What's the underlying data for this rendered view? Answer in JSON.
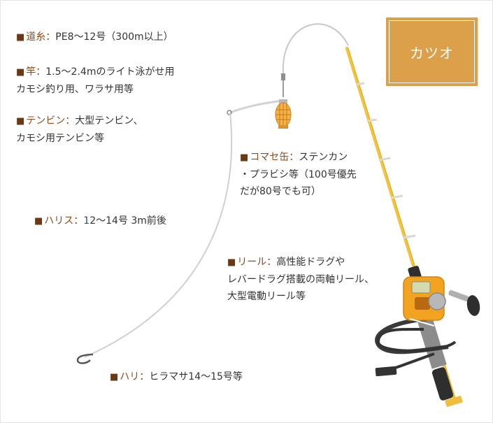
{
  "title": "カツオ",
  "colors": {
    "accent_box": "#dca04a",
    "label_key": "#8a4a1c",
    "bullet": "#6a3812",
    "text": "#333333",
    "rod_yellow": "#f0be3c",
    "reel_orange": "#f0a020"
  },
  "labels": {
    "michiito": {
      "bullet": "■",
      "key": "道糸：",
      "value": "PE8～12号（300m以上）"
    },
    "sao": {
      "bullet": "■",
      "key": "竿：",
      "value": "1.5～2.4mのライト泳がせ用",
      "line2": "カモシ釣り用、ワラサ用等"
    },
    "tenbin": {
      "bullet": "■",
      "key": "テンビン：",
      "value": "大型テンビン、",
      "line2": "カモシ用テンビン等"
    },
    "komase": {
      "bullet": "■",
      "key": "コマセ缶：",
      "value": "ステンカン",
      "line2": "・プラビシ等（100号優先",
      "line3": "だが80号でも可）"
    },
    "harisu": {
      "bullet": "■",
      "key": "ハリス：",
      "value_num": "1",
      "value": "2～14号 3m前後"
    },
    "reel": {
      "bullet": "■",
      "key": "リール：",
      "value": "高性能ドラグや",
      "line2": "レバードラグ搭載の両軸リール、",
      "line3": "大型電動リール等"
    },
    "hari": {
      "bullet": "■",
      "key": "ハリ：",
      "value": "ヒラマサ14～15号等"
    }
  }
}
